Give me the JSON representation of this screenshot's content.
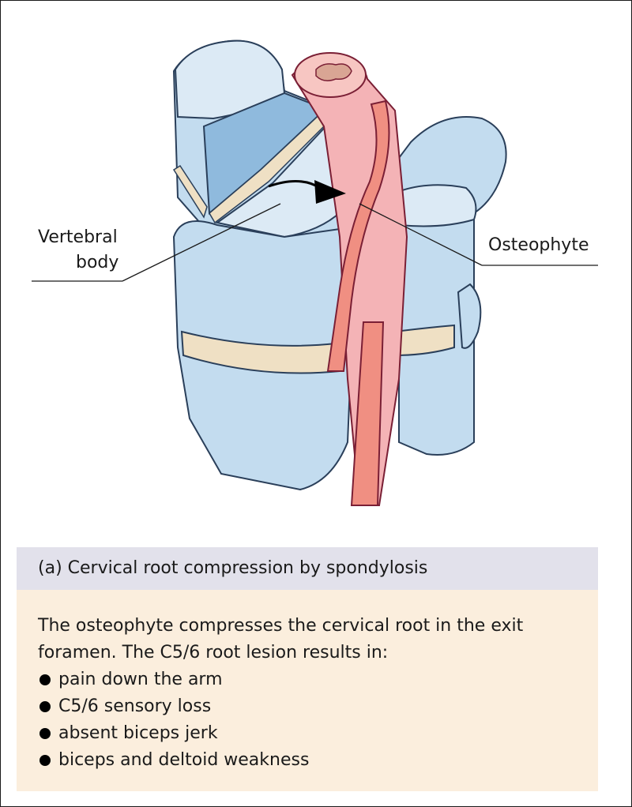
{
  "labels": {
    "vertebral_line1": "Vertebral",
    "vertebral_line2": "body",
    "osteophyte": "Osteophyte"
  },
  "caption": {
    "title": "(a) Cervical root compression by spondylosis",
    "intro_line1": "The osteophyte compresses the cervical root in the exit",
    "intro_line2": "foramen. The C5/6 root lesion results in:",
    "bullets": [
      "pain down the arm",
      "C5/6 sensory loss",
      "absent biceps jerk",
      "biceps and deltoid weakness"
    ]
  },
  "colors": {
    "bone": "#c3dcef",
    "bone_dark": "#8fbadd",
    "bone_cut": "#dceaf5",
    "disc": "#efe0c4",
    "nerve": "#f4b3b6",
    "nerve_root": "#f08f82",
    "caption_header_bg": "#e2e1eb",
    "caption_body_bg": "#fbeedd"
  }
}
